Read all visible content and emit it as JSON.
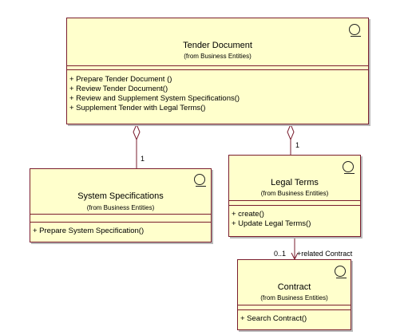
{
  "classes": {
    "tender_document": {
      "name": "Tender Document",
      "package": "(from Business Entities)",
      "operations": [
        "+ Prepare Tender Document ()",
        "+ Review Tender Document()",
        "+ Review and Supplement System Specifications()",
        "+ Supplement Tender with Legal Terms()"
      ]
    },
    "system_specifications": {
      "name": "System Specifications",
      "package": "(from Business Entities)",
      "operations": [
        "+ Prepare System Specification()"
      ]
    },
    "legal_terms": {
      "name": "Legal Terms",
      "package": "(from Business Entities)",
      "operations": [
        "+ create()",
        "+ Update Legal Terms()"
      ]
    },
    "contract": {
      "name": "Contract",
      "package": "(from Business Entities)",
      "operations": [
        "+ Search Contract()"
      ]
    }
  },
  "associations": {
    "tender_to_specs": {
      "multiplicity": "1"
    },
    "tender_to_legal": {
      "multiplicity": "1"
    },
    "legal_to_contract": {
      "multiplicity": "0..1",
      "role": "+related Contract"
    }
  },
  "colors": {
    "class_fill": "#ffffcc",
    "class_border": "#7a1d2e",
    "link": "#7a1d2e"
  }
}
